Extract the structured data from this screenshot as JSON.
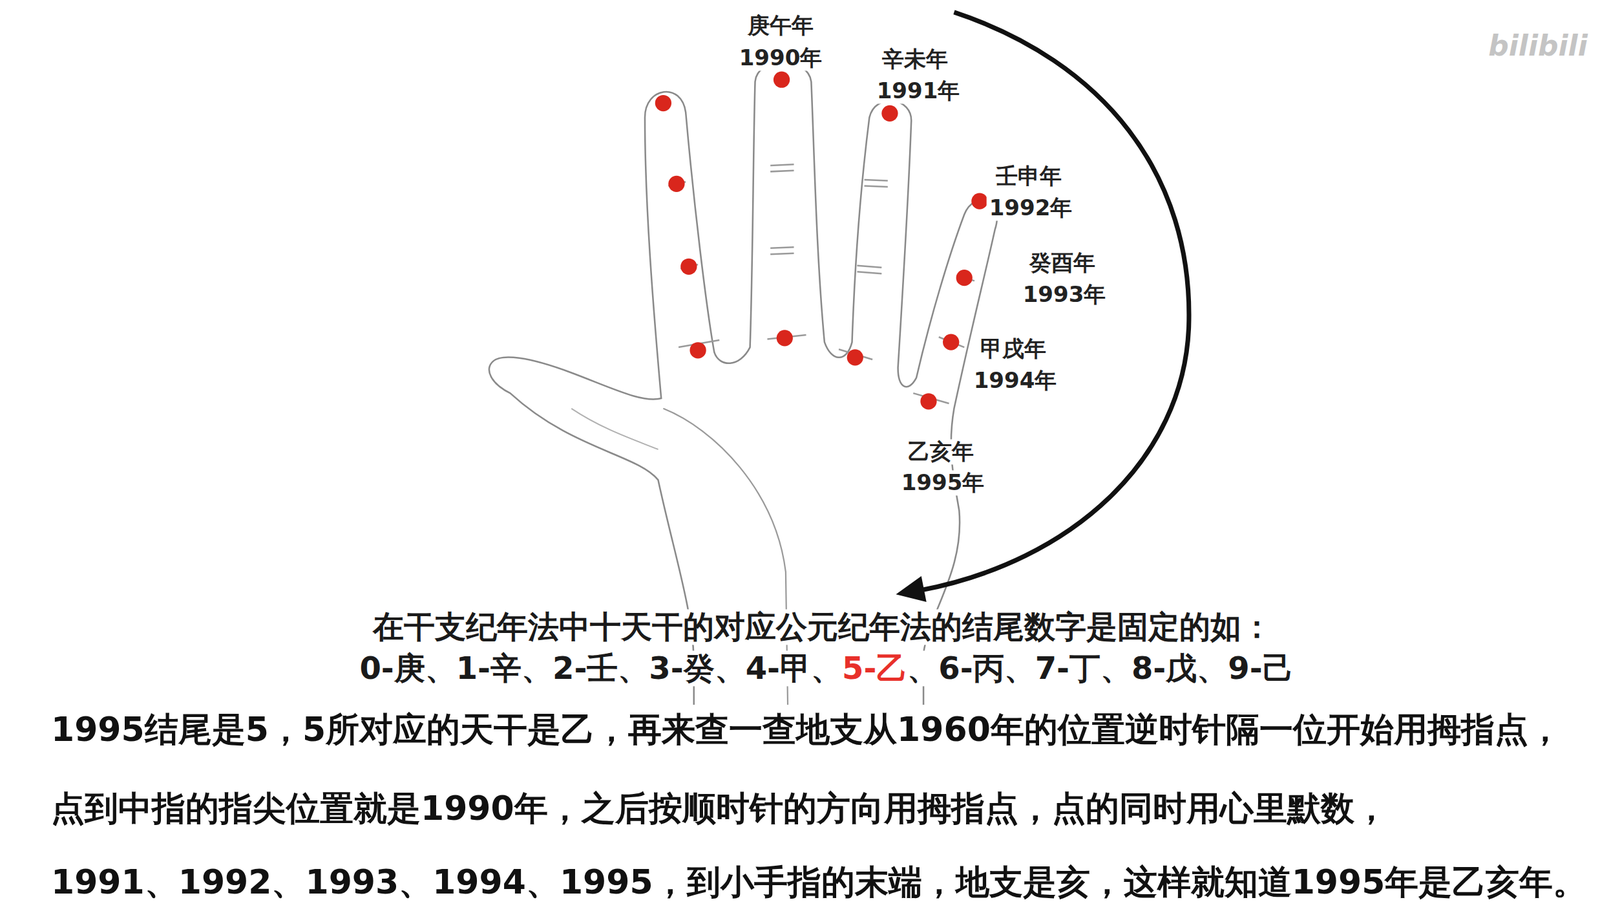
{
  "diagram": {
    "labels": [
      "庚午年",
      "1990年",
      "辛未年",
      "1991年",
      "壬申年",
      "1992年",
      "癸酉年",
      "1993年",
      "甲戌年",
      "1994年",
      "乙亥年",
      "1995年",
      "在干支纪年法中十天干的对应公元纪年法的结尾数字是固定的如：",
      "0-庚、1-辛、2-壬、3-癸、4-甲、",
      "5-乙",
      "、6-丙、7-丁、8-戊、9-己",
      "1995结尾是5，5所对应的天干是乙，再来查一查地支从1960年的位置逆时针隔一位开始用拇指点，",
      "点到中指的指尖位置就是1990年，之后按顺时针的方向用拇指点，点的同时用心里默数，",
      "1991、1992、1993、1994、1995，到小手指的末端，地支是亥，这样就知道1995年是乙亥年。",
      "bilibili"
    ]
  }
}
